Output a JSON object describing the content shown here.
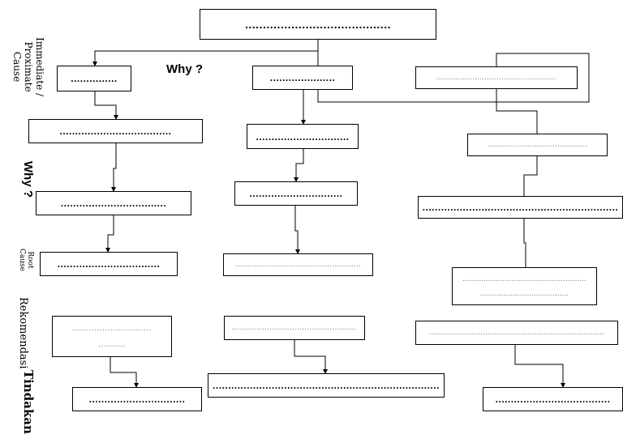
{
  "labels": {
    "why_top": "Why ?",
    "why_side": "Why ?",
    "immediate_line1": "Immediate /",
    "immediate_line2": "Proximate",
    "immediate_line3": "Cause",
    "root_line1": "Root",
    "root_line2": "Cause",
    "rekomendasi": "Rekomendasi",
    "tindakan": "Tindakan"
  },
  "boxes": {
    "top": ".........................................",
    "col1_r1": "...............",
    "col1_r2": "....................................",
    "col1_r3": "..................................",
    "col1_root": ".................................",
    "col1_rek_a": ".............................",
    "col1_rek_b": "..........",
    "col1_tin": "...............................",
    "col2_r1": ".....................",
    "col2_r2": "..............................",
    "col2_r3": "..............................",
    "col2_root": "....................................................",
    "col2_rek": "..................................................",
    "col2_tin": ".........................................................................",
    "col3_r1": "..................................................",
    "col3_r2": "........................................",
    "col3_r3": "...............................................................",
    "col3_root_a": ".....................................................",
    "col3_root_b": "......................................",
    "col3_rek": "...........................................................................",
    "col3_tin": "....................................."
  },
  "colors": {
    "line": "#000000",
    "light_dots": "#777777"
  }
}
